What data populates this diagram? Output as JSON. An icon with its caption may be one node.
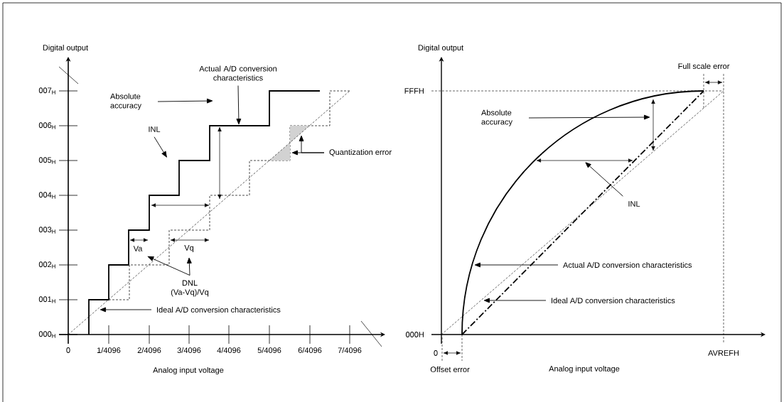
{
  "diagram": {
    "nodes": [
      {
        "text": [
          "Actual A/D conversion characteristics"
        ]
      },
      {
        "text": [
          "Absolute accuracy"
        ]
      },
      {
        "text": [
          "INL"
        ]
      },
      {
        "text": [
          "Va"
        ]
      },
      {
        "text": [
          "Vq"
        ]
      },
      {
        "text": [
          "DNL",
          "(Va-Vq)/Vq"
        ]
      },
      {
        "text": [
          "Quantization error"
        ]
      },
      {
        "text": [
          "Ideal A/D conversion characteristics"
        ]
      },
      {
        "text": [
          "Absolute accuracy"
        ]
      },
      {
        "text": [
          "INL"
        ]
      },
      {
        "text": [
          "Actual A/D conversion characteristics"
        ]
      },
      {
        "text": [
          "Ideal A/D conversion characteristics"
        ]
      }
    ],
    "edges": [
      {
        "from": 0,
        "to": null,
        "arrow": "to"
      },
      {
        "from": 1,
        "to": null,
        "arrow": "to"
      },
      {
        "from": 2,
        "to": null,
        "arrow": "to"
      },
      {
        "from": 5,
        "to": 3,
        "arrow": "to"
      },
      {
        "from": 5,
        "to": 4,
        "arrow": "to"
      },
      {
        "from": 6,
        "to": null,
        "arrow": "to"
      },
      {
        "from": 6,
        "to": null,
        "arrow": "to"
      },
      {
        "from": 7,
        "to": null,
        "arrow": "to"
      },
      {
        "from": 8,
        "to": null,
        "arrow": "to"
      },
      {
        "from": 9,
        "to": null,
        "arrow": "to"
      },
      {
        "from": 10,
        "to": null,
        "arrow": "to"
      },
      {
        "from": 11,
        "to": null,
        "arrow": "to"
      }
    ],
    "labels": [
      "Digital output",
      "007$_{H}$",
      "006$_{H}$",
      "005$_{H}$",
      "004$_{H}$",
      "003$_{H}$",
      "002$_{H}$",
      "001$_{H}$",
      "000$_{H}$",
      "0",
      "1/4096",
      "2/4096",
      "3/4096",
      "4/4096",
      "5/4096",
      "6/4096",
      "7/4096",
      "Analog input voltage",
      "Digital output",
      "Full scale error",
      "FFFH",
      "000H",
      "0",
      "AVREFH",
      "Offset error",
      "Analog input voltage"
    ]
  }
}
